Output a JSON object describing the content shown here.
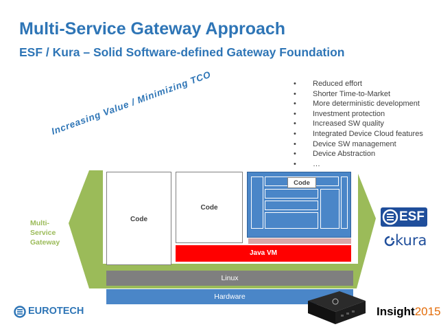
{
  "slide": {
    "title": "Multi-Service Gateway Approach",
    "subtitle": "ESF / Kura – Solid Software-defined Gateway Foundation"
  },
  "benefits": [
    "Reduced effort",
    "Shorter Time-to-Market",
    "More deterministic development",
    "Investment protection",
    "Increased SW quality",
    "Integrated Device Cloud features",
    "Device SW management",
    "Device Abstraction",
    "…"
  ],
  "bullet_char": "•",
  "arrow_text": "Increasing Value / Minimizing TCO",
  "diagram": {
    "gateway_label_lines": [
      "Multi-",
      "Service",
      "Gateway"
    ],
    "code_label_1": "Code",
    "code_label_2": "Code",
    "code_label_3": "Code",
    "java_vm": "Java VM",
    "linux": "Linux",
    "hardware": "Hardware"
  },
  "logos": {
    "esf": "ESF",
    "kura": "kura",
    "eurotech": "EUROTECH",
    "insight_word": "Insight",
    "insight_year": "2015"
  },
  "colors": {
    "title_blue": "#2e75b6",
    "olive_green": "#9bbb59",
    "java_red": "#ff0000",
    "linux_gray": "#7f7f7f",
    "hardware_blue": "#4a86c8",
    "esf_blue": "#1f4e9b"
  }
}
